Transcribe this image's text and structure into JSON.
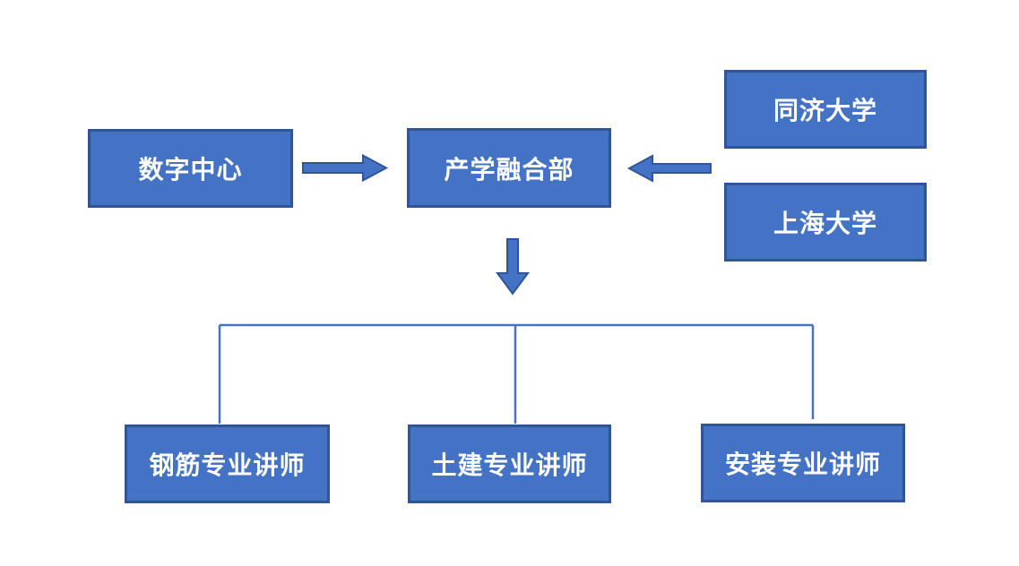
{
  "diagram": {
    "title": "organization-flow-chart",
    "nodes": {
      "digital_center": {
        "label": "数字中心"
      },
      "integration_dept": {
        "label": "产学融合部"
      },
      "tongji": {
        "label": "同济大学"
      },
      "shanghai": {
        "label": "上海大学"
      },
      "rebar_lecturer": {
        "label": "钢筋专业讲师"
      },
      "civil_lecturer": {
        "label": "土建专业讲师"
      },
      "install_lecturer": {
        "label": "安装专业讲师"
      }
    },
    "edges": [
      {
        "from": "digital_center",
        "to": "integration_dept",
        "style": "block-arrow",
        "direction": "right"
      },
      {
        "from": "tongji_shanghai",
        "to": "integration_dept",
        "style": "block-arrow",
        "direction": "left"
      },
      {
        "from": "integration_dept",
        "to": "lecturer_group",
        "style": "block-arrow",
        "direction": "down"
      },
      {
        "from": "lecturer_group_branch",
        "to": "rebar_lecturer",
        "style": "elbow-line"
      },
      {
        "from": "lecturer_group_branch",
        "to": "civil_lecturer",
        "style": "elbow-line"
      },
      {
        "from": "lecturer_group_branch",
        "to": "install_lecturer",
        "style": "elbow-line"
      }
    ],
    "icons": {
      "arrow_right": "arrow-right-icon",
      "arrow_left": "arrow-left-icon",
      "arrow_down": "arrow-down-icon"
    },
    "colors": {
      "box_fill": "#4472C4",
      "box_border": "#2F5597",
      "arrow_fill": "#4472C4",
      "arrow_border": "#2F5597",
      "connector_line": "#4472C4",
      "text": "#FFFFFF",
      "background": "#FFFFFF"
    }
  }
}
